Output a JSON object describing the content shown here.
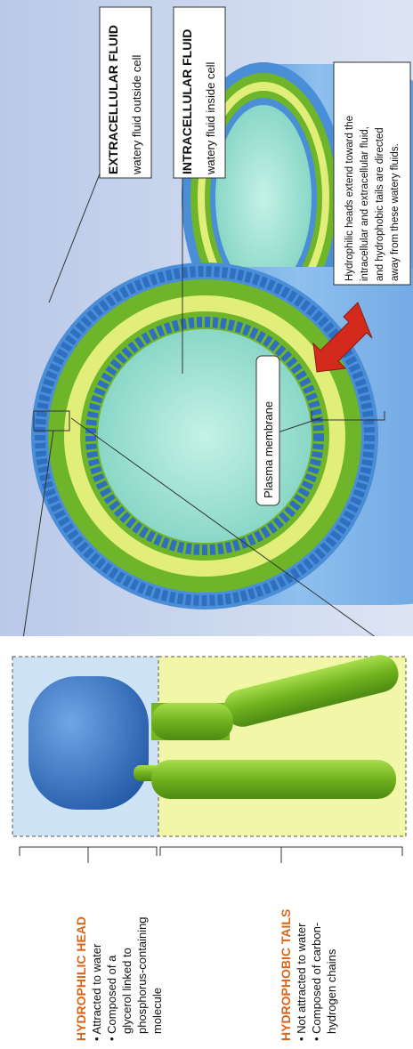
{
  "labels": {
    "extracellular_title": "EXTRACELLULAR FLUID",
    "extracellular_desc": "watery fluid outside cell",
    "intracellular_title": "INTRACELLULAR FLUID",
    "intracellular_desc": "watery fluid inside cell",
    "plasma_membrane": "Plasma membrane",
    "callout": [
      "Hydrophilic heads extend toward the",
      "intracellular and extracellular fluid,",
      "and hydrophobic tails are directed",
      "away from these watery fluids."
    ]
  },
  "head": {
    "title": "HYDROPHILIC HEAD",
    "points": [
      "• Attracted to water",
      "• Composed of a",
      "glycerol linked to",
      "phosphorus-containing",
      "molecule"
    ]
  },
  "tails": {
    "title": "HYDROPHOBIC TAILS",
    "points": [
      "• Not attracted to water",
      "• Composed of carbon-",
      "hydrogen chains"
    ]
  },
  "colors": {
    "background_blue": "#cfd9ef",
    "head_blue": "#2f6fc0",
    "tail_green": "#7fbf22",
    "membrane_yellow": "#e4f07a",
    "interior_teal": "#a8e6d6",
    "accent_orange": "#d9661a",
    "arrow_red": "#d42a1e"
  }
}
